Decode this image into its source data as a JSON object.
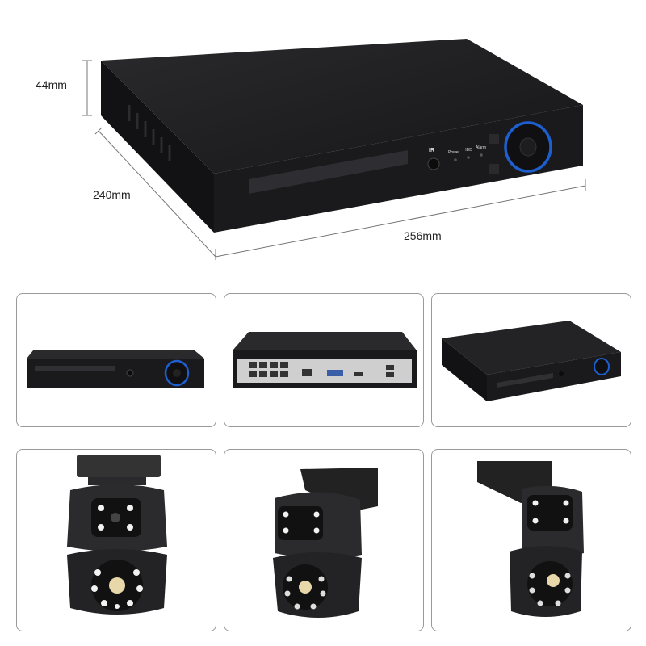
{
  "dimensions": {
    "height": "44mm",
    "depth": "240mm",
    "width": "256mm"
  },
  "front_panel": {
    "ir_label": "IR",
    "indicators": [
      "Power",
      "HDD",
      "Alarm"
    ]
  },
  "colors": {
    "device_body": "#1c1c1e",
    "accent_ring": "#1e5fd0",
    "panel_border": "#9a9a9a"
  }
}
